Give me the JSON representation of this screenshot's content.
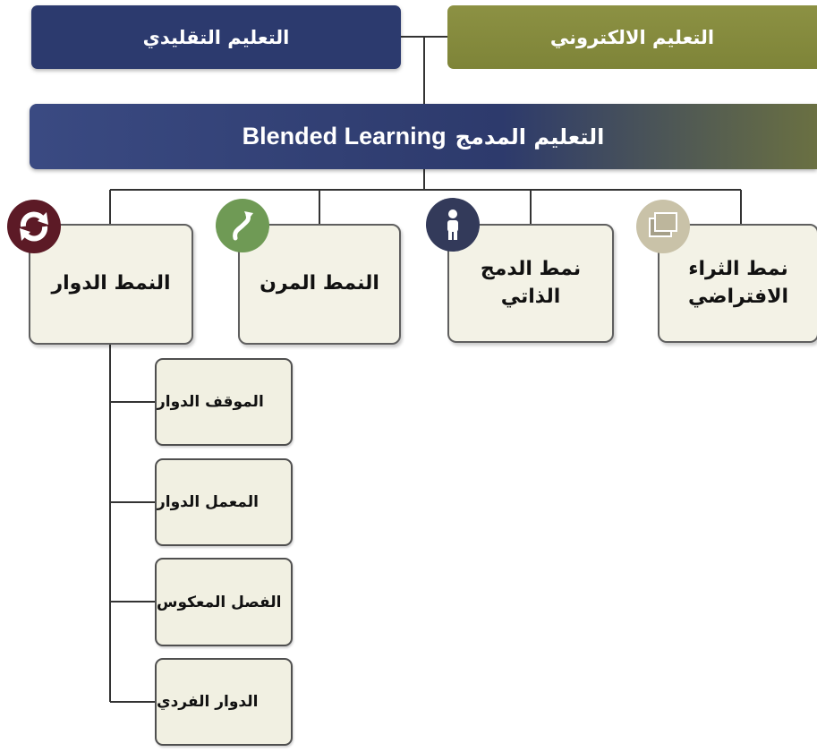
{
  "header": {
    "traditional": "التعليم التقليدي",
    "elearning": "التعليم الالكتروني"
  },
  "blended": {
    "english": "Blended Learning",
    "arabic": "التعليم المدمج"
  },
  "models": [
    {
      "line1": "النمط الدوار",
      "line2": "",
      "icon": "rotation-cycle-icon"
    },
    {
      "line1": "النمط المرن",
      "line2": "",
      "icon": "flex-arrow-icon"
    },
    {
      "line1": "نمط الدمج",
      "line2": "الذاتي",
      "icon": "person-icon"
    },
    {
      "line1": "نمط الثراء",
      "line2": "الافتراضي",
      "icon": "stacked-windows-icon"
    }
  ],
  "rotation_submodels": [
    "الموقف الدوار",
    "المعمل الدوار",
    "الفصل المعكوس",
    "الدوار الفردي"
  ],
  "colors": {
    "navy": "#2c3a6e",
    "olive": "#8c9143",
    "card_bg": "#f3f2e6",
    "icon_rotation": "#5c1a26",
    "icon_flex": "#6f9a55",
    "icon_self": "#333a5a",
    "icon_virtual": "#c9c2a8"
  }
}
